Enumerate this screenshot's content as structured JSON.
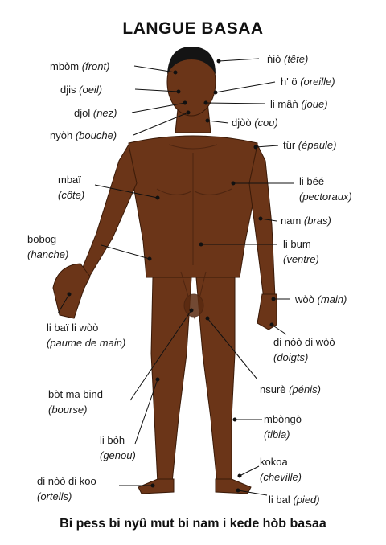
{
  "title": "LANGUE BASAA",
  "footer": "Bi pess bi nyû mut bi nam i kede hòb basaa",
  "labels": {
    "front": {
      "word": "mbòm",
      "tr": "(front)"
    },
    "oeil": {
      "word": "djis",
      "tr": "(oeil)"
    },
    "nez": {
      "word": "djol",
      "tr": "(nez)"
    },
    "bouche": {
      "word": "nyòh",
      "tr": "(bouche)"
    },
    "cote": {
      "word": "mbaï",
      "tr": "(côte)"
    },
    "hanche": {
      "word": "bobog",
      "tr": "(hanche)"
    },
    "paume": {
      "word": "li baï li wòò",
      "tr": "(paume de main)"
    },
    "bourse": {
      "word": "bòt ma bind",
      "tr": "(bourse)"
    },
    "genou": {
      "word": "li bòh",
      "tr": "(genou)"
    },
    "orteils": {
      "word": "di nòò di koo",
      "tr": "(orteils)"
    },
    "tete": {
      "word": "ǹiò",
      "tr": "(tête)"
    },
    "oreille": {
      "word": "h' ö",
      "tr": "(oreille)"
    },
    "joue": {
      "word": "li mâǹ",
      "tr": "(joue)"
    },
    "cou": {
      "word": "djòò",
      "tr": "(cou)"
    },
    "epaule": {
      "word": "tür",
      "tr": "(épaule)"
    },
    "pectoraux": {
      "word": "li béé",
      "tr": "(pectoraux)"
    },
    "bras": {
      "word": "nam",
      "tr": "(bras)"
    },
    "ventre": {
      "word": "li bum",
      "tr": "(ventre)"
    },
    "main": {
      "word": "wòò",
      "tr": "(main)"
    },
    "doigts": {
      "word": "di nòò di wòò",
      "tr": "(doigts)"
    },
    "penis": {
      "word": "nsurè",
      "tr": "(pénis)"
    },
    "tibia": {
      "word": "mbòngò",
      "tr": "(tibia)"
    },
    "cheville": {
      "word": "kokoa",
      "tr": "(cheville)"
    },
    "pied": {
      "word": "li bal",
      "tr": "(pied)"
    }
  },
  "colors": {
    "skin": "#6b3518",
    "skin_shadow": "#4a230f",
    "hair": "#141414",
    "line": "#111111"
  }
}
